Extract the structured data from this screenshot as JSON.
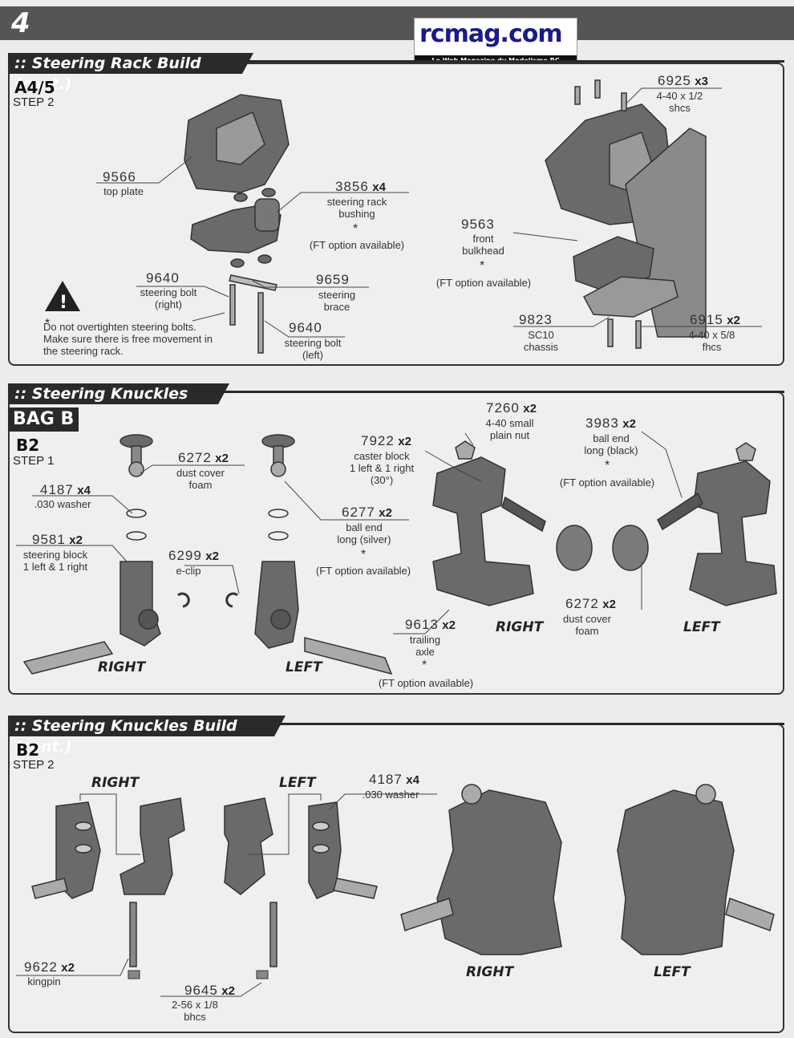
{
  "page_number": "4",
  "logo": {
    "text": "rcmag.com",
    "tagline": "Le Web Magazine du Modelisme RC"
  },
  "section1": {
    "title": ":: Steering Rack Build (cont.)",
    "step_code": "A4/5",
    "step_label": "STEP 2",
    "warning": "Do not overtighten steering bolts. Make sure there is free movement in the steering rack.",
    "parts": {
      "p9566": {
        "num": "9566",
        "qty": "",
        "desc": "top plate"
      },
      "p3856": {
        "num": "3856",
        "qty": "x4",
        "desc1": "steering rack",
        "desc2": "bushing",
        "option": "(FT option available)"
      },
      "p9640r": {
        "num": "9640",
        "qty": "",
        "desc1": "steering bolt",
        "desc2": "(right)"
      },
      "p9659": {
        "num": "9659",
        "qty": "",
        "desc1": "steering",
        "desc2": "brace"
      },
      "p9640l": {
        "num": "9640",
        "qty": "",
        "desc1": "steering bolt",
        "desc2": "(left)"
      },
      "p6925": {
        "num": "6925",
        "qty": "x3",
        "desc1": "4-40 x 1/2",
        "desc2": "shcs"
      },
      "p9563": {
        "num": "9563",
        "qty": "",
        "desc1": "front",
        "desc2": "bulkhead",
        "option": "(FT option available)"
      },
      "p9823": {
        "num": "9823",
        "qty": "",
        "desc1": "SC10",
        "desc2": "chassis"
      },
      "p6915": {
        "num": "6915",
        "qty": "x2",
        "desc1": "4-40 x 5/8",
        "desc2": "fhcs"
      }
    }
  },
  "section2": {
    "title": ":: Steering Knuckles Build",
    "bag": "BAG B",
    "step_code": "B2",
    "step_label": "STEP 1",
    "parts": {
      "p6272a": {
        "num": "6272",
        "qty": "x2",
        "desc1": "dust cover",
        "desc2": "foam"
      },
      "p4187": {
        "num": "4187",
        "qty": "x4",
        "desc1": ".030 washer"
      },
      "p9581": {
        "num": "9581",
        "qty": "x2",
        "desc1": "steering block",
        "desc2": "1 left & 1 right"
      },
      "p6299": {
        "num": "6299",
        "qty": "x2",
        "desc1": "e-clip"
      },
      "p6277": {
        "num": "6277",
        "qty": "x2",
        "desc1": "ball end",
        "desc2": "long (silver)",
        "option": "(FT option available)"
      },
      "p9613": {
        "num": "9613",
        "qty": "x2",
        "desc1": "trailing",
        "desc2": "axle",
        "option": "(FT option available)"
      },
      "p7922": {
        "num": "7922",
        "qty": "x2",
        "desc1": "caster block",
        "desc2": "1 left & 1 right",
        "desc3": "(30°)"
      },
      "p7260": {
        "num": "7260",
        "qty": "x2",
        "desc1": "4-40 small",
        "desc2": "plain nut"
      },
      "p3983": {
        "num": "3983",
        "qty": "x2",
        "desc1": "ball end",
        "desc2": "long (black)",
        "option": "(FT option available)"
      },
      "p6272b": {
        "num": "6272",
        "qty": "x2",
        "desc1": "dust cover",
        "desc2": "foam"
      }
    },
    "labels": {
      "right1": "RIGHT",
      "left1": "LEFT",
      "right2": "RIGHT",
      "left2": "LEFT"
    }
  },
  "section3": {
    "title": ":: Steering Knuckles Build (cont.)",
    "step_code": "B2",
    "step_label": "STEP 2",
    "parts": {
      "p4187": {
        "num": "4187",
        "qty": "x4",
        "desc1": ".030 washer"
      },
      "p9622": {
        "num": "9622",
        "qty": "x2",
        "desc1": "kingpin"
      },
      "p9645": {
        "num": "9645",
        "qty": "x2",
        "desc1": "2-56 x 1/8",
        "desc2": "bhcs"
      }
    },
    "labels": {
      "right1": "RIGHT",
      "left1": "LEFT",
      "right2": "RIGHT",
      "left2": "LEFT"
    }
  },
  "colors": {
    "header": "#2a2a2a",
    "part": "#6a6a6a",
    "background": "#ececec"
  }
}
